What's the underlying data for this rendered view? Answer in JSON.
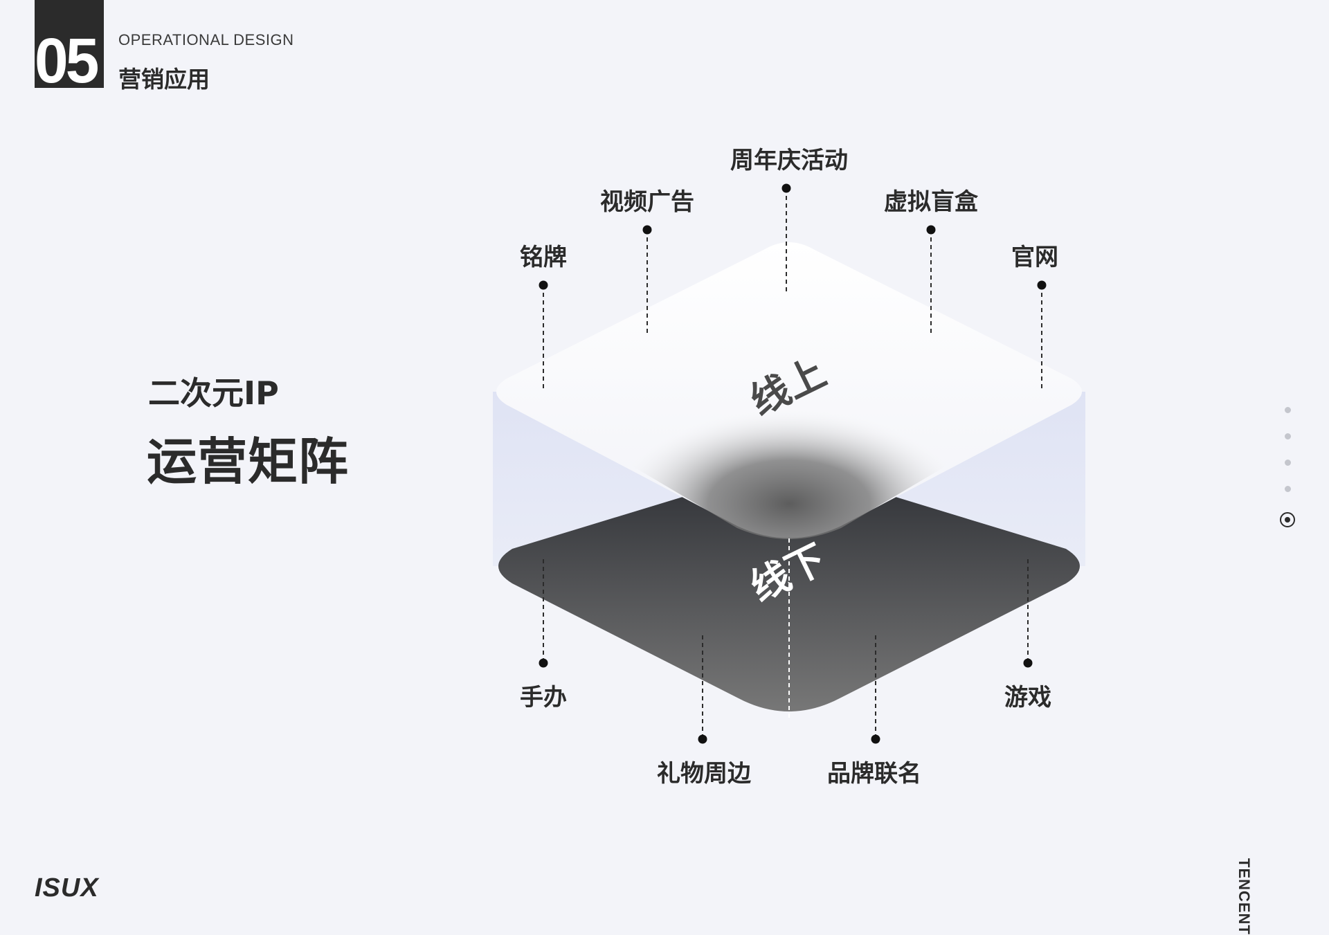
{
  "section": {
    "number": "05",
    "subtitle": "OPERATIONAL DESIGN",
    "title": "营销应用"
  },
  "headline": {
    "line1": "二次元IP",
    "line2": "运营矩阵"
  },
  "diagram": {
    "upper_layer": "线上",
    "lower_layer": "线下",
    "online_labels": [
      "铭牌",
      "视频广告",
      "周年庆活动",
      "虚拟盲盒",
      "官网"
    ],
    "offline_labels": [
      "手办",
      "礼物周边",
      "品牌联名",
      "游戏"
    ]
  },
  "footer": {
    "logo": "ISUX",
    "brand": "TENCENT"
  },
  "pager": {
    "total": 5,
    "active": 5
  }
}
